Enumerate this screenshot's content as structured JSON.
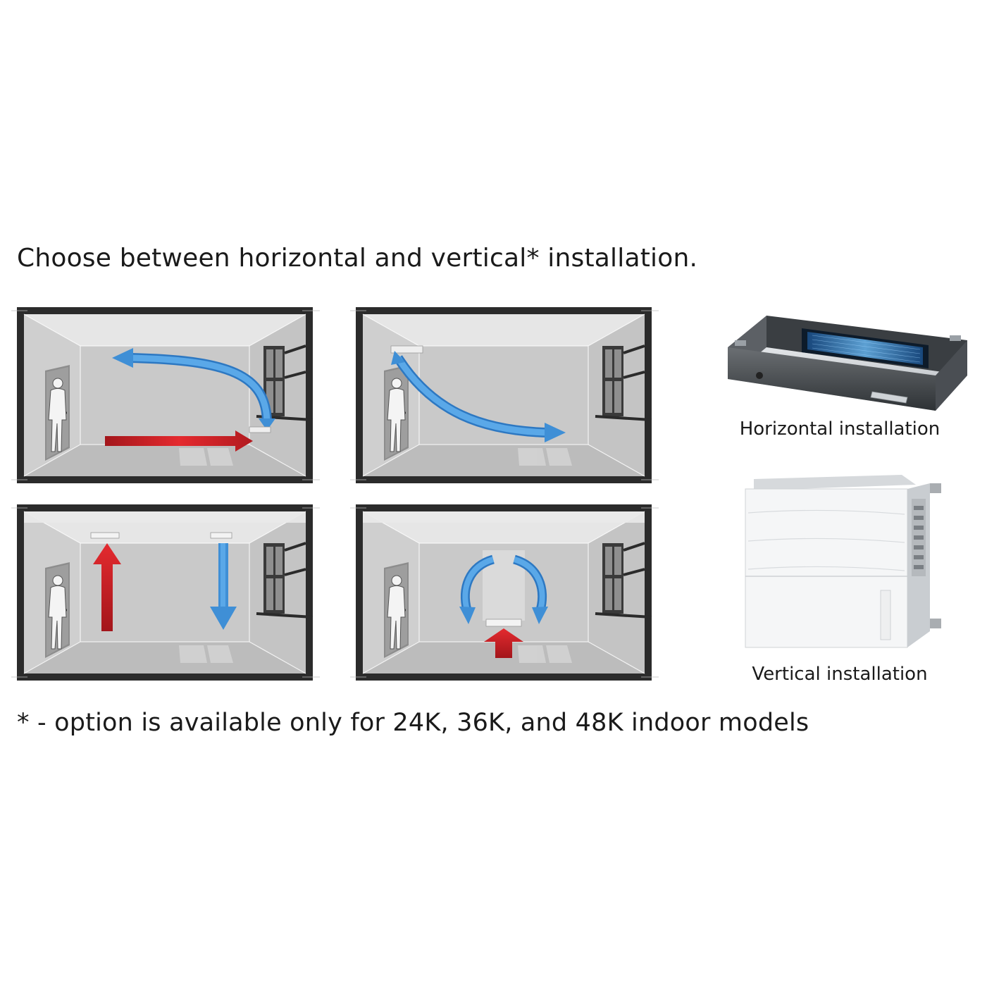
{
  "headline": "Choose between horizontal and vertical* installation.",
  "footnote": "* - option is available only for 24K, 36K, and 48K indoor models",
  "units": {
    "horizontal": {
      "caption": "Horizontal installation",
      "icon": "horizontal-duct-unit-icon"
    },
    "vertical": {
      "caption": "Vertical installation",
      "icon": "vertical-duct-unit-icon"
    }
  },
  "colors": {
    "warm_air": "#d7252a",
    "cool_air": "#3f8fd6",
    "room_wall": "#2b2b2b",
    "room_floor": "#bdbdbd",
    "room_back": "#c9c9c9"
  }
}
